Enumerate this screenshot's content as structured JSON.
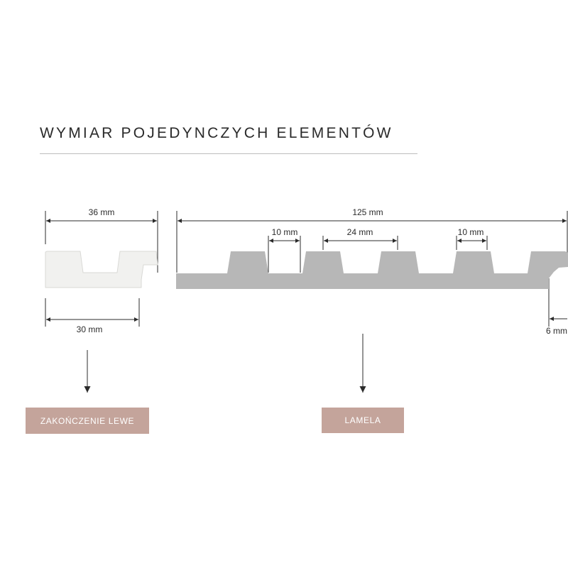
{
  "header": {
    "title": "WYMIAR POJEDYNCZYCH ELEMENTÓW"
  },
  "colors": {
    "accent": "#c4a49b",
    "label_text": "#ffffff",
    "left_piece_fill": "#f1f1ef",
    "left_piece_stroke": "#d9d9d6",
    "slat_fill": "#b7b7b7",
    "dimension_line": "#2b2b2b"
  },
  "left_element": {
    "dims": {
      "top_width": "36 mm",
      "bottom_width": "30 mm"
    },
    "label": "ZAKOŃCZENIE LEWE"
  },
  "slat_element": {
    "dims": {
      "total_width": "125 mm",
      "groove_left": "10 mm",
      "rib_width": "24 mm",
      "groove_right": "10 mm",
      "tongue": "6 mm"
    },
    "label": "LAMELA"
  },
  "icons": {
    "arrow": "arrow-down-icon"
  }
}
